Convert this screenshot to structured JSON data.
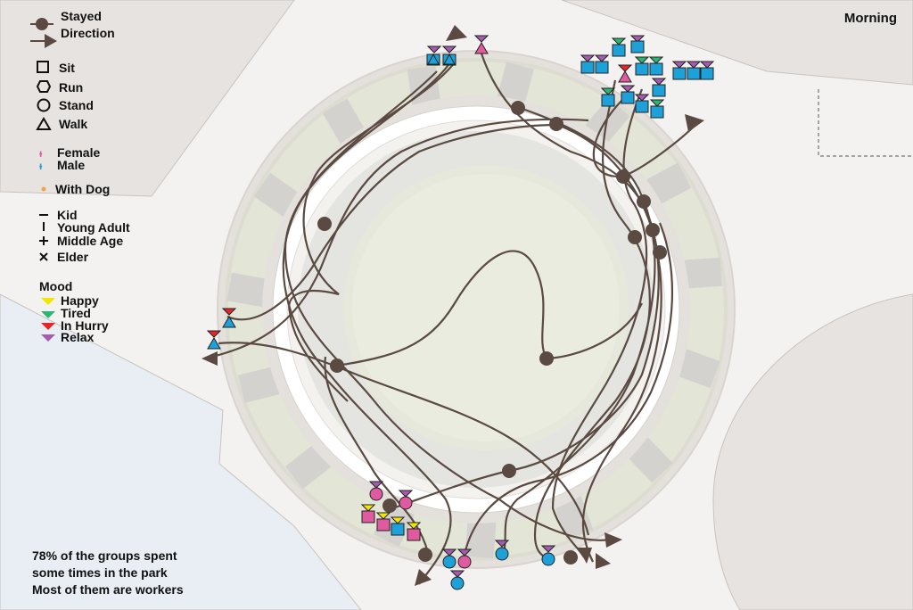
{
  "title": "Morning",
  "legend": {
    "stayed": "Stayed",
    "direction": "Direction",
    "sit": "Sit",
    "run": "Run",
    "stand": "Stand",
    "walk": "Walk",
    "female": "Female",
    "male": "Male",
    "with_dog": "With Dog",
    "kid": "Kid",
    "young_adult": "Young Adult",
    "middle_age": "Middle Age",
    "elder": "Elder",
    "mood_title": "Mood",
    "happy": "Happy",
    "tired": "Tired",
    "in_hurry": "In Hurry",
    "relax": "Relax"
  },
  "note": {
    "line1": "78% of the groups spent",
    "line2": "some times in the park",
    "line3": "Most of them are workers"
  },
  "colors": {
    "path": "#5a4a42",
    "female": "#e05aa0",
    "male": "#1ea0d8",
    "dog": "#f5a342",
    "happy": "#f2e600",
    "tired": "#2bb673",
    "in_hurry": "#e8262a",
    "relax": "#a45bb0",
    "water": "#e8eef3",
    "lawn": "#e2e6d6"
  }
}
